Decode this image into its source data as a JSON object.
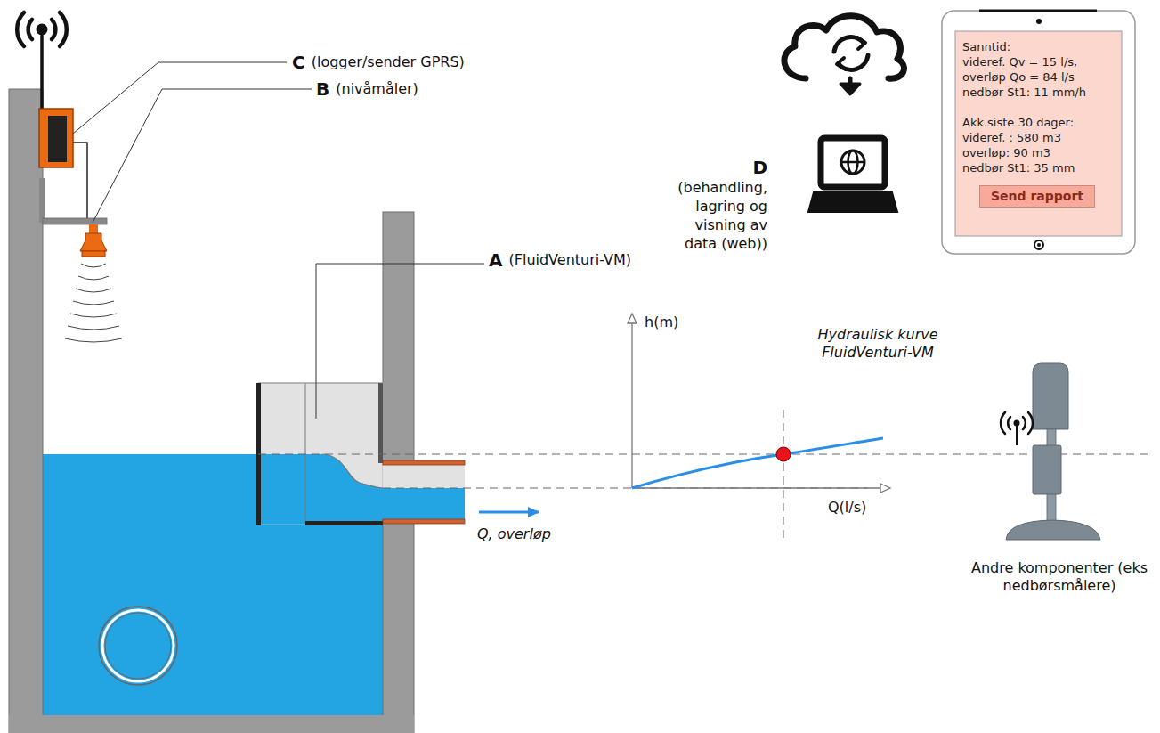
{
  "diagram": {
    "nodes": [
      {
        "text": [
          "Sanntid:",
          "videref. Qv = 15 l/s,",
          "overløp Qo = 84 l/s",
          "nedbør St1: 11 mm/h",
          "Akk.siste 30 dager:",
          "videref. : 580 m3",
          "overløp: 90 m3",
          "nedbør St1: 35 mm"
        ]
      },
      {
        "text": [
          "Send rapport"
        ],
        "in": 0
      }
    ],
    "labels": [
      "C",
      "(logger/sender GPRS)",
      "B",
      "(nivåmåler)",
      "D",
      "(behandling, lagring og visning av data (web))",
      "A",
      "(FluidVenturi-VM)",
      "h(m)",
      "Hydraulisk kurve FluidVenturi-VM",
      "Q(l/s)",
      "Q, overløp",
      "Andre komponenter (eks nedbørsmålere)"
    ]
  }
}
